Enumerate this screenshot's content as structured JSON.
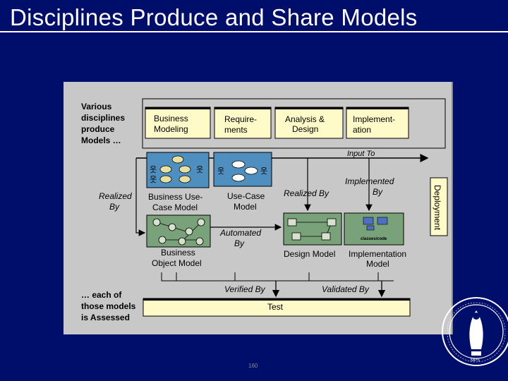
{
  "slide": {
    "title": "Disciplines Produce and Share Models",
    "page_number": "160"
  },
  "diagram": {
    "intro_text": [
      "Various",
      "disciplines",
      "produce",
      "Models …"
    ],
    "disciplines": [
      {
        "lines": [
          "Business",
          "Modeling"
        ]
      },
      {
        "lines": [
          "Require-",
          "ments"
        ]
      },
      {
        "lines": [
          "Analysis &",
          "Design"
        ]
      },
      {
        "lines": [
          "Implement-",
          "ation"
        ]
      }
    ],
    "labels": {
      "input_to": "Input To",
      "realized_by_left": [
        "Realized",
        "By"
      ],
      "realized_by_mid": "Realized By",
      "implemented_by": [
        "Implemented",
        "By"
      ],
      "automated_by": [
        "Automated",
        "By"
      ],
      "verified_by": "Verified By",
      "validated_by": "Validated By",
      "deployment": "Deployment",
      "assessed": [
        "… each of",
        "those models",
        "is Assessed"
      ]
    },
    "models": {
      "business_use_case": [
        "Business Use-",
        "Case Model"
      ],
      "use_case": [
        "Use-Case",
        "Model"
      ],
      "business_object": [
        "Business",
        "Object Model"
      ],
      "design": "Design Model",
      "implementation": [
        "Implementation",
        "Model"
      ]
    },
    "test_label": "Test",
    "implementation_icon_text": "classes/code"
  }
}
